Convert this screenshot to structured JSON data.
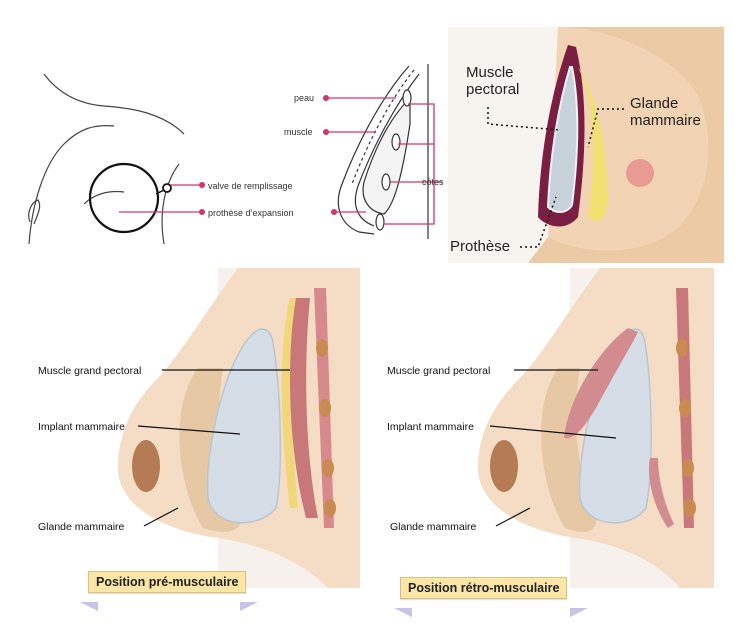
{
  "panel_tl": {
    "labels": {
      "valve": "valve de remplissage",
      "prosthesis": "prothèse d’expansion",
      "skin": "peau",
      "muscle": "muscle",
      "ribs": "côtes"
    }
  },
  "panel_tr": {
    "labels": {
      "muscle_line1": "Muscle",
      "muscle_line2": "pectoral",
      "gland_line1": "Glande",
      "gland_line2": "mammaire",
      "prosthesis": "Prothèse"
    }
  },
  "panel_bl": {
    "labels": {
      "muscle": "Muscle grand pectoral",
      "implant": "Implant mammaire",
      "gland": "Glande mammaire"
    },
    "caption": "Position pré-musculaire"
  },
  "panel_br": {
    "labels": {
      "muscle": "Muscle grand pectoral",
      "implant": "Implant mammaire",
      "gland": "Glande mammaire"
    },
    "caption": "Position rétro-musculaire"
  },
  "colors": {
    "accent_pink": "#d8336a",
    "skin": "#f3d9c0",
    "gland": "#e6c9a4",
    "implant": "#d3dce4",
    "muscle": "#c9787a",
    "caption_bg": "#fbe6a8"
  }
}
